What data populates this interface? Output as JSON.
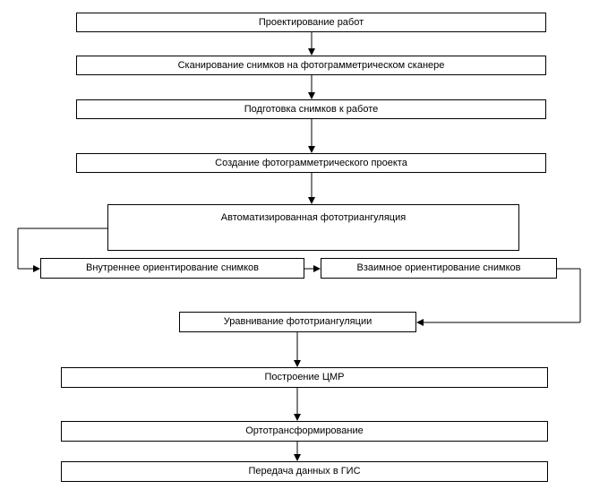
{
  "diagram": {
    "type": "flowchart",
    "colors": {
      "node_fill": "#ffffff",
      "node_border": "#000000",
      "text": "#000000",
      "connector": "#000000"
    },
    "nodes": [
      {
        "id": "project-design",
        "label": "Проектирование работ"
      },
      {
        "id": "scanning",
        "label": "Сканирование снимков на фотограмметрическом сканере"
      },
      {
        "id": "image-preparation",
        "label": "Подготовка снимков к работе"
      },
      {
        "id": "project-creation",
        "label": "Создание фотограмметрического проекта"
      },
      {
        "id": "auto-phototriangulation",
        "label": "Автоматизированная фототриангуляция"
      },
      {
        "id": "interior-orientation",
        "label": "Внутреннее ориентирование снимков"
      },
      {
        "id": "relative-orientation",
        "label": "Взаимное ориентирование снимков"
      },
      {
        "id": "triangulation-adjustment",
        "label": "Уравнивание  фототриангуляции"
      },
      {
        "id": "dem-construction",
        "label": "Построение ЦМР"
      },
      {
        "id": "orthotransformation",
        "label": "Ортотрансформирование"
      },
      {
        "id": "gis-data-transfer",
        "label": "Передача данных в ГИС"
      }
    ],
    "edges": [
      {
        "from": "project-design",
        "to": "scanning",
        "style": "arrow"
      },
      {
        "from": "scanning",
        "to": "image-preparation",
        "style": "arrow"
      },
      {
        "from": "image-preparation",
        "to": "project-creation",
        "style": "arrow"
      },
      {
        "from": "project-creation",
        "to": "auto-phototriangulation",
        "style": "arrow"
      },
      {
        "from": "auto-phototriangulation",
        "to": "interior-orientation",
        "style": "elbow-arrow"
      },
      {
        "from": "interior-orientation",
        "to": "relative-orientation",
        "style": "arrow"
      },
      {
        "from": "relative-orientation",
        "to": "triangulation-adjustment",
        "style": "elbow-arrow"
      },
      {
        "from": "triangulation-adjustment",
        "to": "dem-construction",
        "style": "arrow"
      },
      {
        "from": "dem-construction",
        "to": "orthotransformation",
        "style": "arrow"
      },
      {
        "from": "orthotransformation",
        "to": "gis-data-transfer",
        "style": "arrow"
      }
    ]
  }
}
